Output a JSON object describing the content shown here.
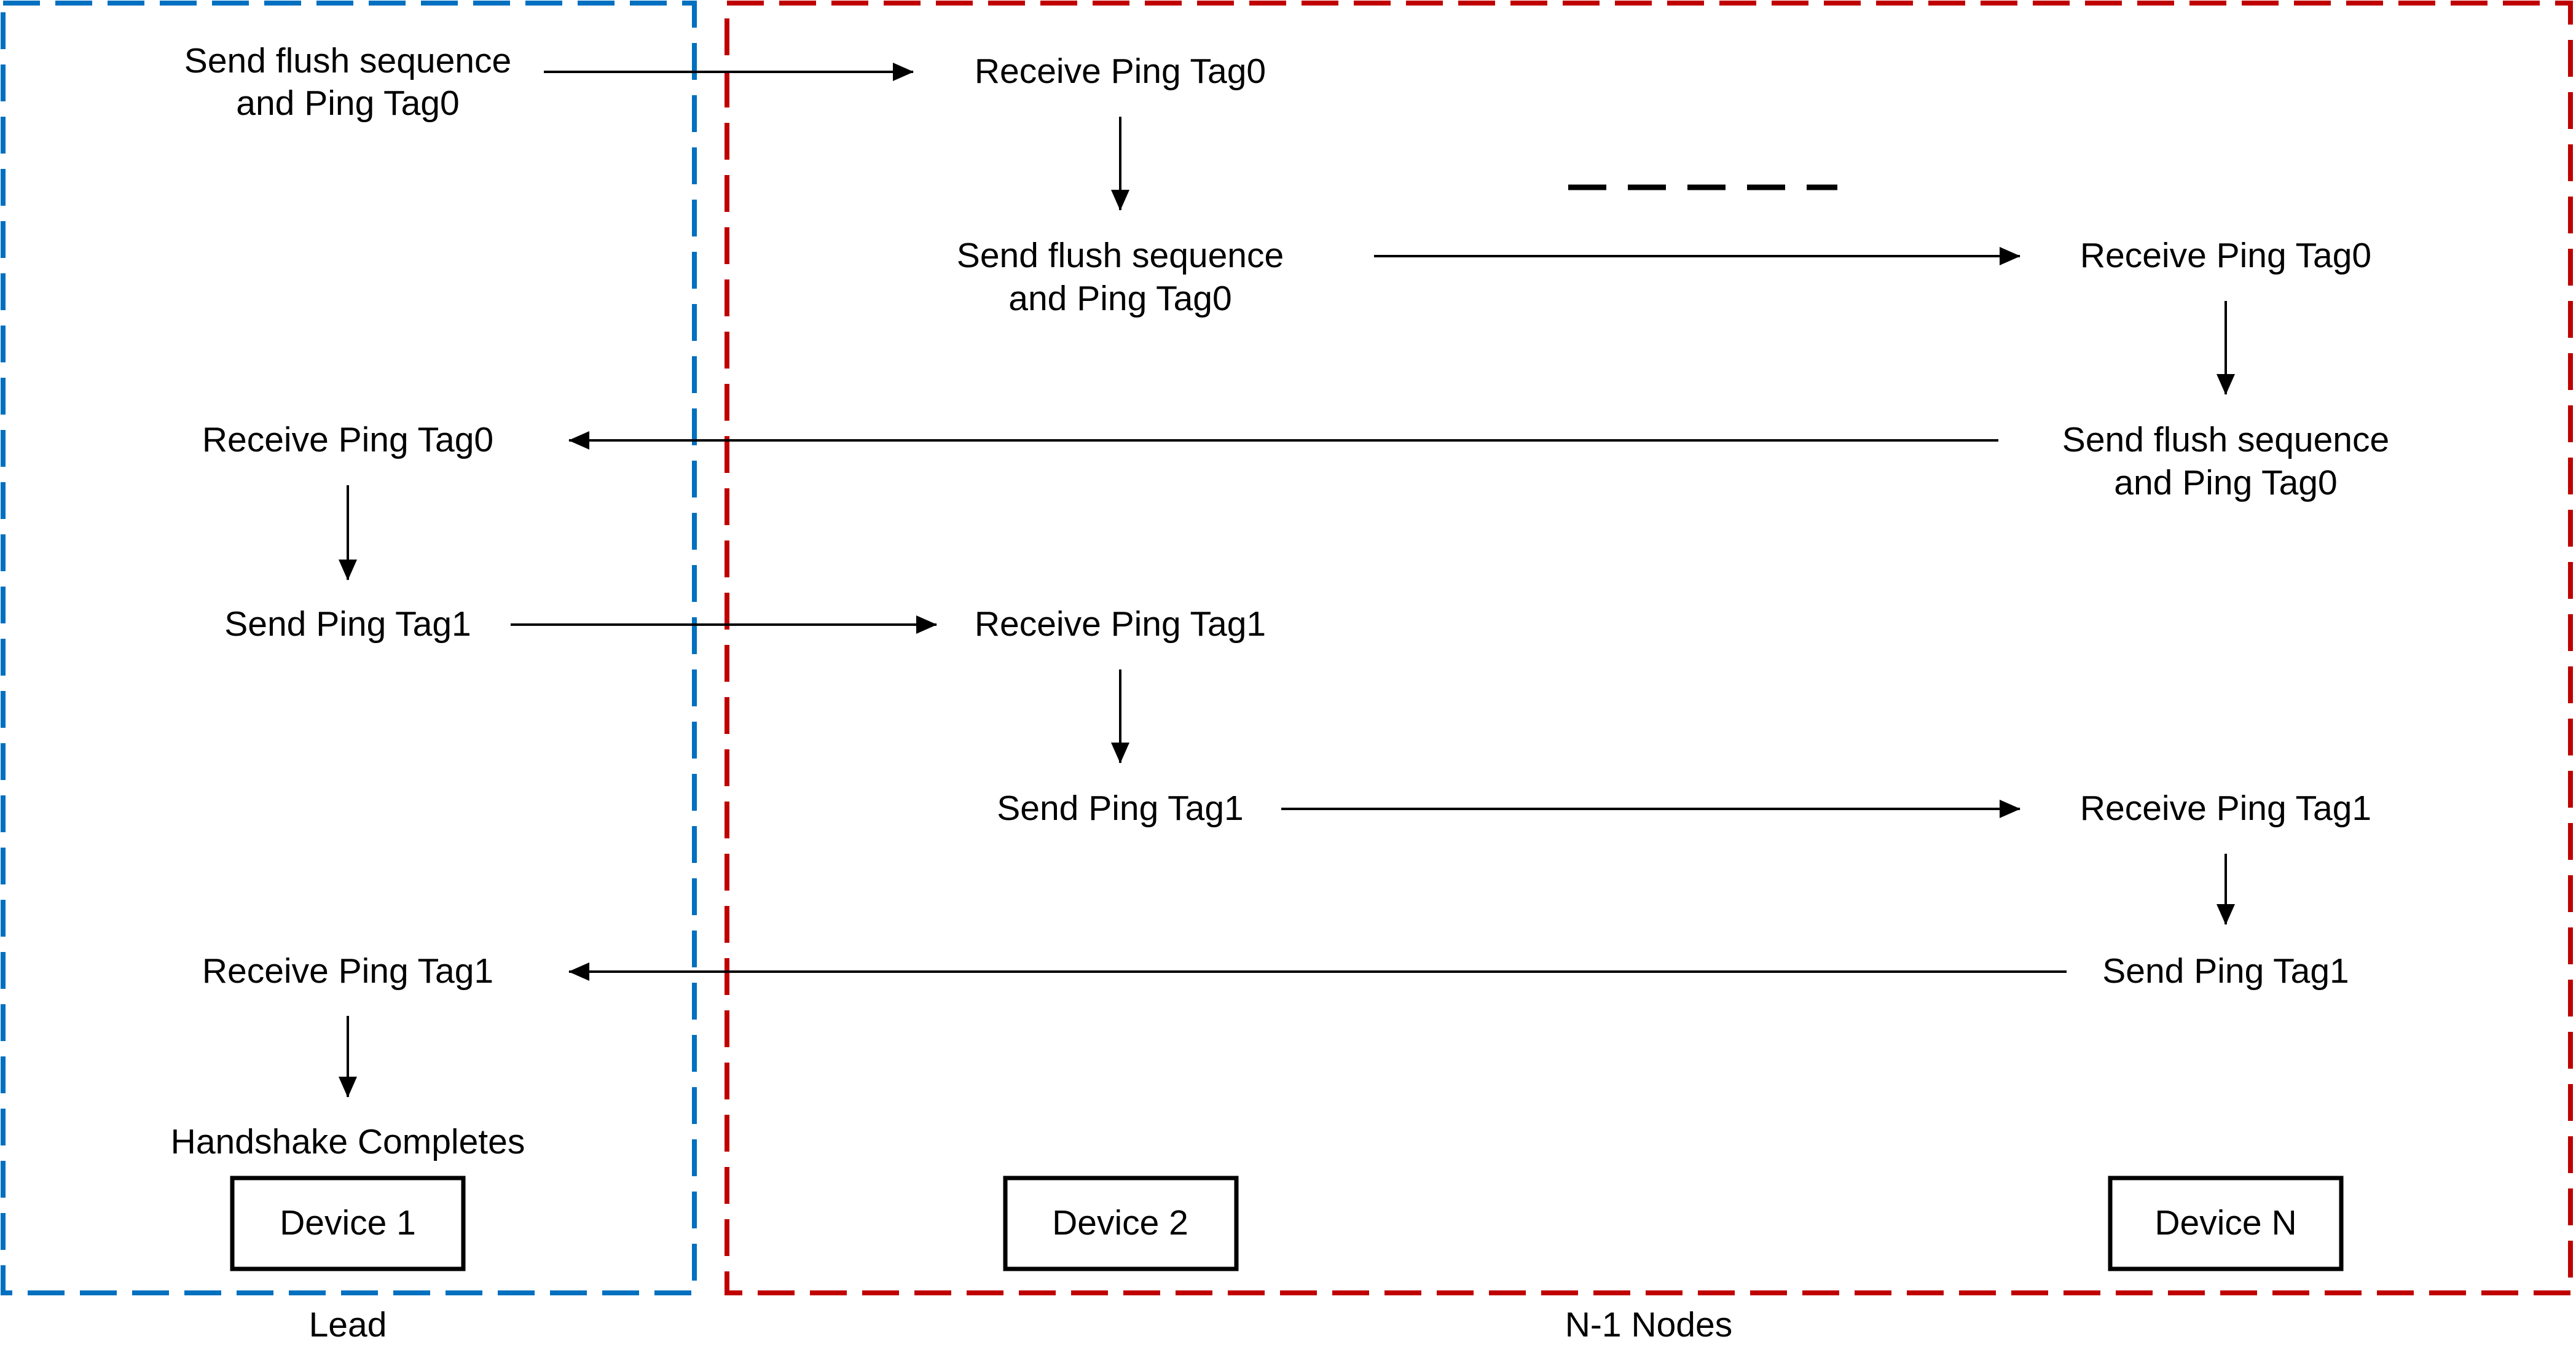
{
  "colors": {
    "lead_region": "#0070c0",
    "nodes_region": "#c00000",
    "text": "#000000",
    "arrows": "#000000"
  },
  "regions": {
    "lead_label": "Lead",
    "nodes_label": "N-1 Nodes"
  },
  "devices": {
    "device_1": "Device 1",
    "device_2": "Device 2",
    "device_n": "Device N"
  },
  "lead_steps": {
    "send_flush_line1": "Send flush sequence",
    "send_flush_line2": "and Ping Tag0",
    "receive_tag0": "Receive Ping Tag0",
    "send_tag1": "Send Ping Tag1",
    "receive_tag1": "Receive Ping Tag1",
    "complete": "Handshake Completes"
  },
  "device2_steps": {
    "receive_tag0": "Receive Ping Tag0",
    "send_flush_line1": "Send flush sequence",
    "send_flush_line2": "and Ping Tag0",
    "receive_tag1": "Receive Ping Tag1",
    "send_tag1": "Send Ping Tag1"
  },
  "deviceN_steps": {
    "receive_tag0": "Receive Ping Tag0",
    "send_flush_line1": "Send flush sequence",
    "send_flush_line2": "and Ping Tag0",
    "receive_tag1": "Receive Ping Tag1",
    "send_tag1": "Send Ping Tag1"
  }
}
